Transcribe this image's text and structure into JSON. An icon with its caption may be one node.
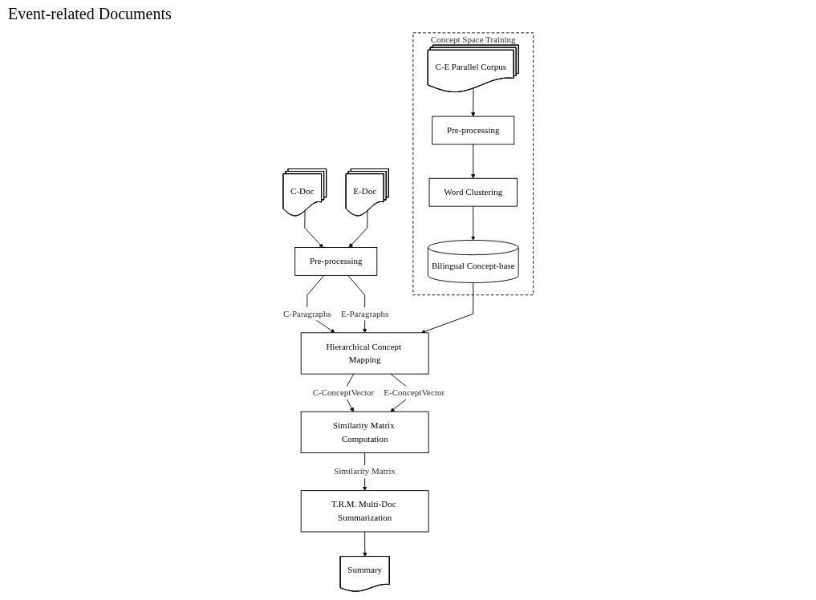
{
  "diagram": {
    "nodes": [
      {
        "text": [
          "C-Doc"
        ]
      },
      {
        "text": [
          "E-Doc"
        ]
      },
      {
        "text": [
          "Pre-processing"
        ]
      },
      {
        "text": [
          "Hierarchical Concept Mapping"
        ]
      },
      {
        "text": [
          "Concept Space Training"
        ]
      },
      {
        "text": [
          "C-E Parallel Corpus"
        ],
        "in": 4
      },
      {
        "text": [
          "Pre-processing"
        ],
        "in": 4
      },
      {
        "text": [
          "Word Clustering"
        ],
        "in": 4
      },
      {
        "text": [
          "Bilingual Concept-base"
        ],
        "in": 4
      },
      {
        "text": [
          "Similarity Matrix Computation"
        ]
      },
      {
        "text": [
          "T.R.M. Multi-Doc Summarization"
        ]
      },
      {
        "text": [
          "Summary"
        ]
      }
    ],
    "edges": [
      {
        "from": 0,
        "to": 2,
        "arrow": "to"
      },
      {
        "from": 1,
        "to": 2,
        "arrow": "to"
      },
      {
        "from": 2,
        "to": 3,
        "label": "C-Paragraphs",
        "arrow": "to"
      },
      {
        "from": 2,
        "to": 3,
        "label": "E-Paragraphs",
        "arrow": "to"
      },
      {
        "from": 5,
        "to": 6,
        "arrow": "to"
      },
      {
        "from": 6,
        "to": 7,
        "arrow": "to"
      },
      {
        "from": 7,
        "to": 8,
        "arrow": "to"
      },
      {
        "from": 8,
        "to": 3,
        "arrow": "to"
      },
      {
        "from": 3,
        "to": 9,
        "label": "C-ConceptVector",
        "arrow": "to"
      },
      {
        "from": 3,
        "to": 9,
        "label": "E-ConceptVector",
        "arrow": "to"
      },
      {
        "from": 9,
        "to": 10,
        "label": "Similarity Matrix",
        "arrow": "to"
      },
      {
        "from": 10,
        "to": 11,
        "arrow": "to"
      }
    ],
    "labels": [
      "Event-related Documents"
    ]
  }
}
